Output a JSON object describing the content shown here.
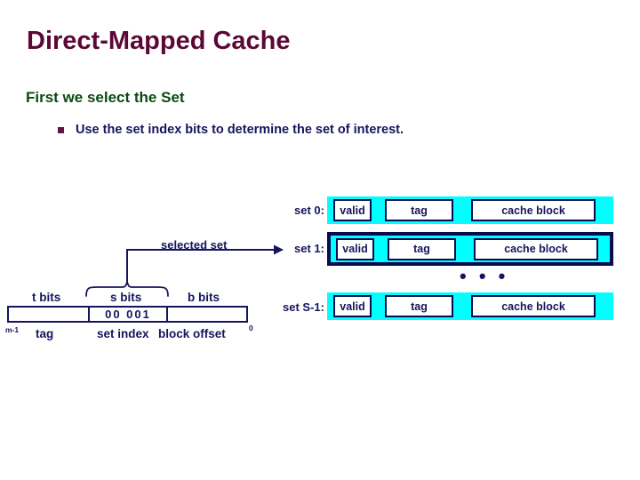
{
  "slide": {
    "title": "Direct-Mapped Cache",
    "section_heading": "First we select the Set",
    "bullet": "Use the set index bits to determine the set of interest."
  },
  "colors": {
    "title": "#5c0836",
    "heading_green": "#0b4a12",
    "body_navy": "#15155e",
    "bullet_marker": "#66133f",
    "cache_cyan": "#00ffff",
    "border_navy": "#0a0a50",
    "background": "#ffffff"
  },
  "cache": {
    "column_labels": {
      "valid": "valid",
      "tag": "tag",
      "block": "cache block"
    },
    "ellipsis": "• • •",
    "rows": [
      {
        "label": "set 0:",
        "valid": "valid",
        "tag": "tag",
        "block": "cache block",
        "selected": false
      },
      {
        "label": "set 1:",
        "valid": "valid",
        "tag": "tag",
        "block": "cache block",
        "selected": true
      },
      {
        "label": "set S-1:",
        "valid": "valid",
        "tag": "tag",
        "block": "cache block",
        "selected": false
      }
    ]
  },
  "address": {
    "selected_set_label": "selected set",
    "bit_group_labels": {
      "t": "t bits",
      "s": "s bits",
      "b": "b bits"
    },
    "field_names": {
      "tag": "tag",
      "set_index": "set index",
      "block_offset": "block offset"
    },
    "set_index_bits": "00 001",
    "msb_label": "m-1",
    "lsb_label": "0"
  }
}
